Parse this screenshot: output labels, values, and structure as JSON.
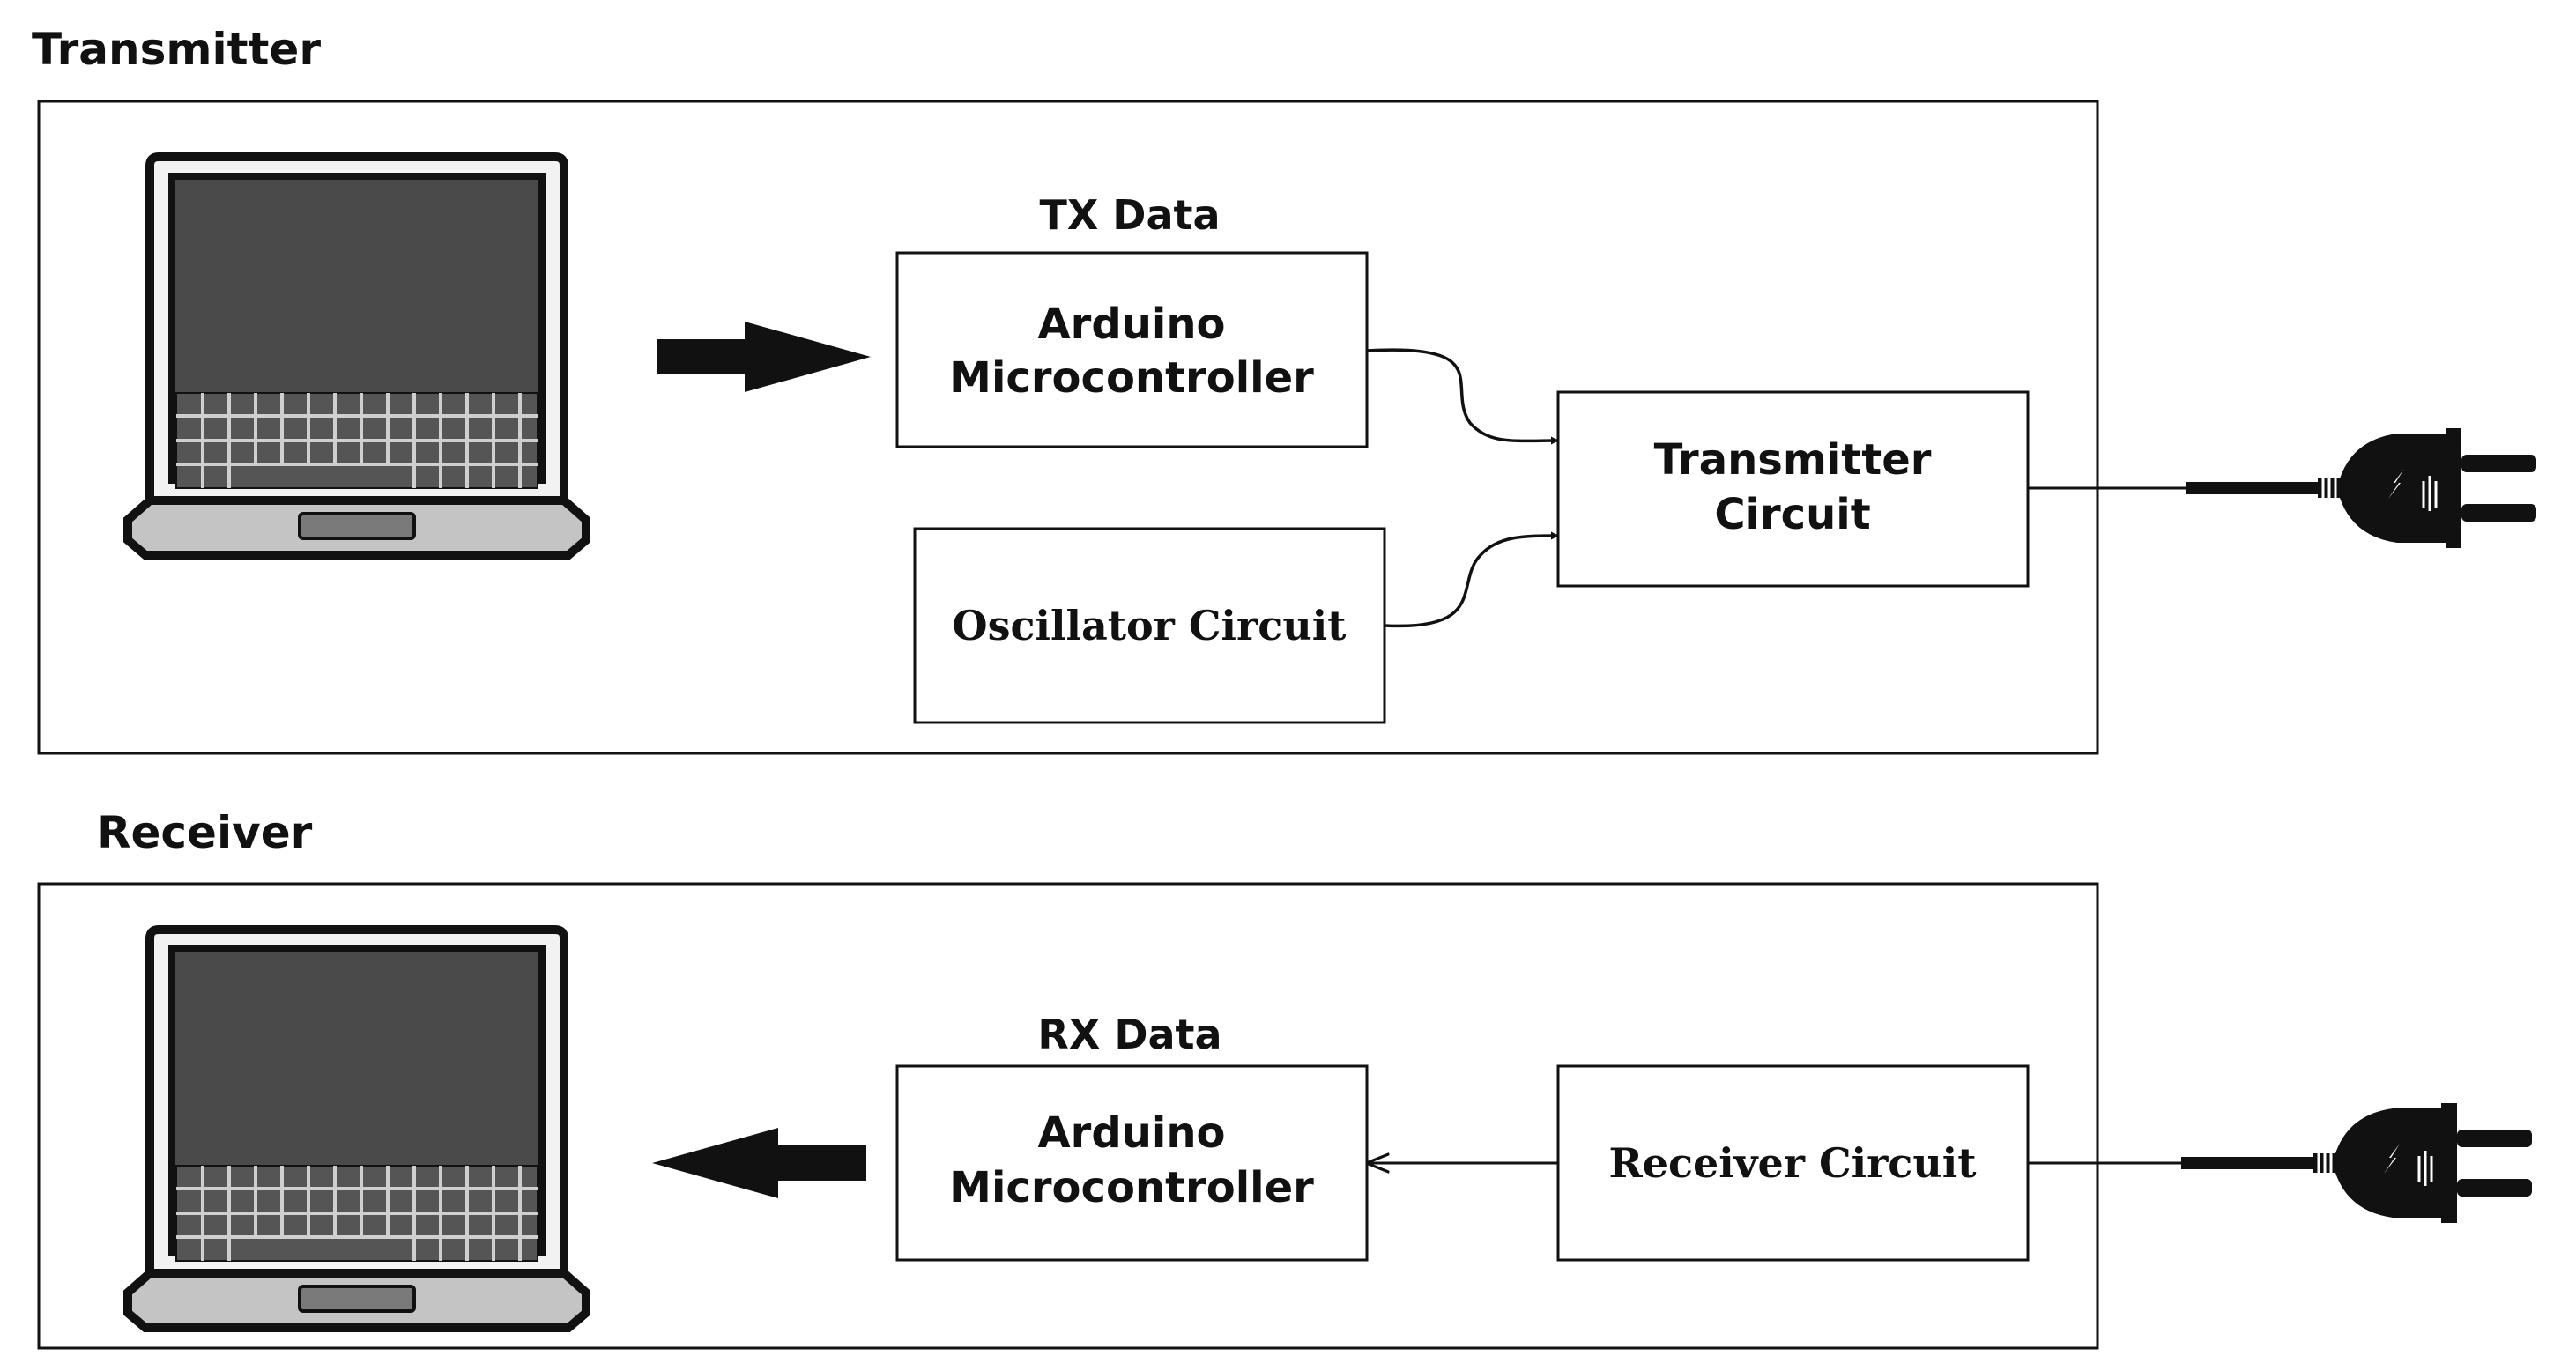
{
  "transmitter": {
    "section_title": "Transmitter",
    "data_label": "TX Data",
    "arduino": {
      "line1": "Arduino",
      "line2": "Microcontroller"
    },
    "oscillator": "Oscillator Circuit",
    "tx_circuit": {
      "line1": "Transmitter",
      "line2": "Circuit"
    }
  },
  "receiver": {
    "section_title": "Receiver",
    "data_label": "RX Data",
    "arduino": {
      "line1": "Arduino",
      "line2": "Microcontroller"
    },
    "rx_circuit": "Receiver Circuit"
  },
  "icons": {
    "computer": "laptop-icon",
    "mains": "power-plug-icon"
  }
}
